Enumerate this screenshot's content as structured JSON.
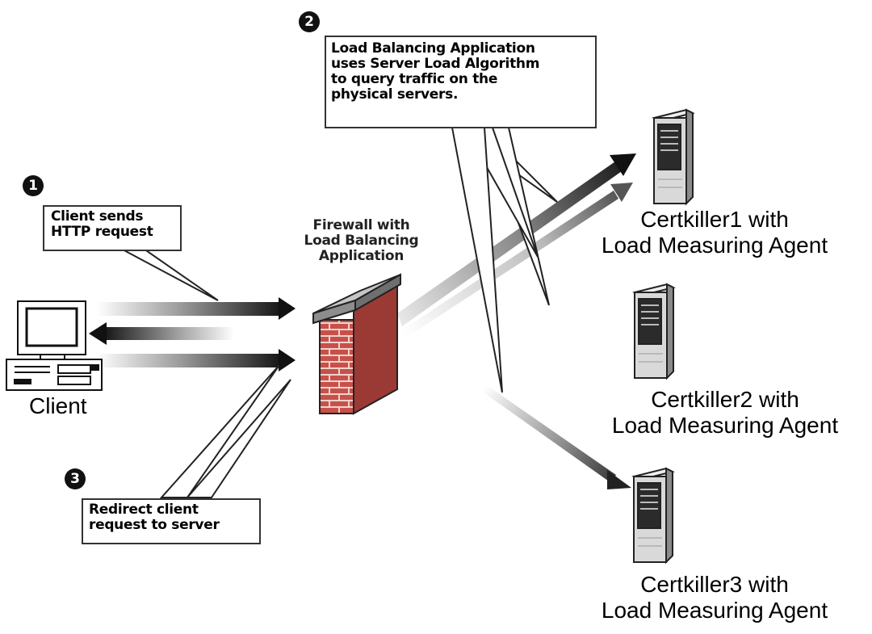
{
  "steps": [
    {
      "number": "1",
      "text": [
        "Client sends",
        "HTTP request"
      ]
    },
    {
      "number": "2",
      "text": [
        "Load Balancing Application",
        "uses Server Load Algorithm",
        "to query traffic on the",
        "physical servers."
      ]
    },
    {
      "number": "3",
      "text": [
        "Redirect client",
        "request to server"
      ]
    }
  ],
  "firewall": {
    "label": [
      "Firewall with",
      "Load Balancing",
      "Application"
    ]
  },
  "client": {
    "label": "Client"
  },
  "servers": [
    {
      "name": "Certkiller1",
      "with": "with",
      "agent": "Load Measuring Agent"
    },
    {
      "name": "Certkiller2",
      "with": "with",
      "agent": "Load Measuring Agent"
    },
    {
      "name": "Certkiller3",
      "with": "with",
      "agent": "Load Measuring Agent"
    }
  ],
  "colors": {
    "brick": "#c8504a",
    "mortar": "#f1d2cc",
    "wall_cap": "#a3a3a3",
    "arrow_dark": "#111111",
    "server_body": "#d9d9d9",
    "server_panel": "#2b2b2b"
  }
}
